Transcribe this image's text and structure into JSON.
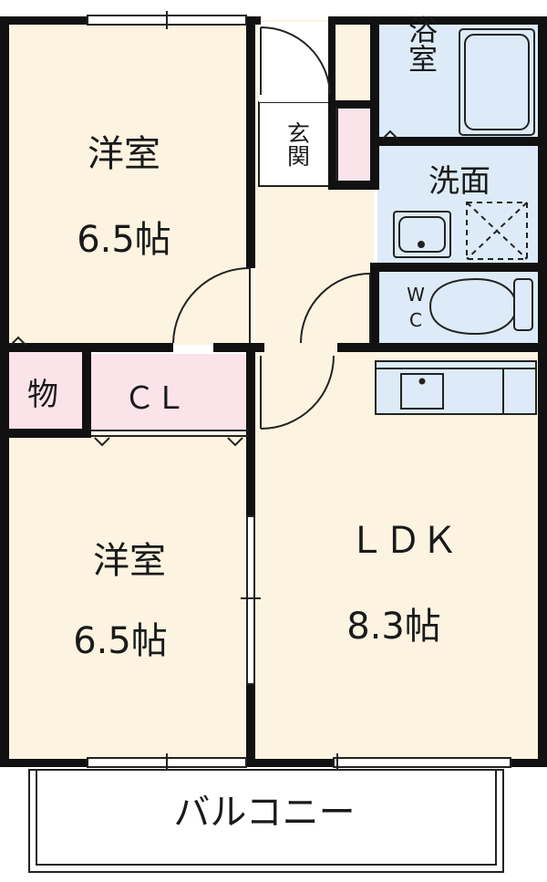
{
  "rooms": {
    "western_room_top": {
      "name": "洋室",
      "size": "6.5帖"
    },
    "western_room_bottom": {
      "name": "洋室",
      "size": "6.5帖"
    },
    "ldk": {
      "name": "ＬＤＫ",
      "size": "8.3帖"
    },
    "entrance": {
      "label": "玄関"
    },
    "bath": {
      "label": "浴室"
    },
    "washroom": {
      "label": "洗面"
    },
    "wc": {
      "line1": "W",
      "line2": "C"
    },
    "storage": {
      "label": "物"
    },
    "closet": {
      "label": "ＣＬ"
    },
    "balcony": {
      "label": "バルコニー"
    }
  },
  "colors": {
    "room_fill": "#fdf3e1",
    "wet_area_fill": "#dcebf7",
    "storage_fill": "#fbe3ea",
    "wall": "#111111",
    "line": "#222222"
  }
}
